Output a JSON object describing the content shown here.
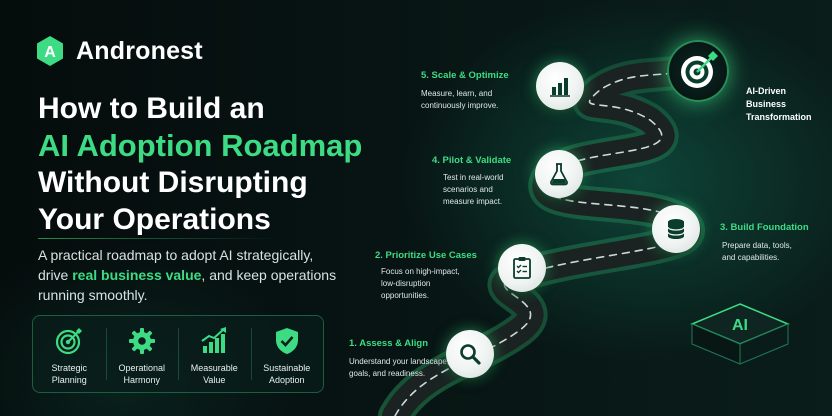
{
  "brand": {
    "name": "Andronest",
    "logo_letter": "A"
  },
  "headline": {
    "line1": "How to Build an",
    "line2": "AI Adoption Roadmap",
    "line3": "Without Disrupting",
    "line4": "Your Operations"
  },
  "subtitle": {
    "part1": "A practical roadmap to adopt AI strategically, drive ",
    "highlight": "real business value",
    "part2": ", and keep operations running smoothly."
  },
  "features": [
    {
      "icon": "target-icon",
      "line1": "Strategic",
      "line2": "Planning"
    },
    {
      "icon": "gear-icon",
      "line1": "Operational",
      "line2": "Harmony"
    },
    {
      "icon": "growth-chart-icon",
      "line1": "Measurable",
      "line2": "Value"
    },
    {
      "icon": "shield-check-icon",
      "line1": "Sustainable",
      "line2": "Adoption"
    }
  ],
  "steps": [
    {
      "title": "1. Assess & Align",
      "desc1": "Understand your landscape,",
      "desc2": "goals, and readiness.",
      "desc3": "",
      "icon": "magnifier-icon"
    },
    {
      "title": "2. Prioritize Use Cases",
      "desc1": "Focus on high-impact,",
      "desc2": "low-disruption",
      "desc3": "opportunities.",
      "icon": "checklist-icon"
    },
    {
      "title": "3. Build Foundation",
      "desc1": "Prepare data, tools,",
      "desc2": "and capabilities.",
      "desc3": "",
      "icon": "database-icon"
    },
    {
      "title": "4. Pilot & Validate",
      "desc1": "Test in real-world",
      "desc2": "scenarios and",
      "desc3": "measure impact.",
      "icon": "flask-icon"
    },
    {
      "title": "5. Scale & Optimize",
      "desc1": "Measure, learn, and",
      "desc2": "continuously improve.",
      "desc3": "",
      "icon": "bar-chart-icon"
    }
  ],
  "goal": {
    "line1": "AI-Driven",
    "line2": "Business",
    "line3": "Transformation",
    "icon": "target-arrow-icon"
  },
  "chip": {
    "label": "AI"
  },
  "colors": {
    "accent": "#3ddc84",
    "background": "#06100f"
  }
}
